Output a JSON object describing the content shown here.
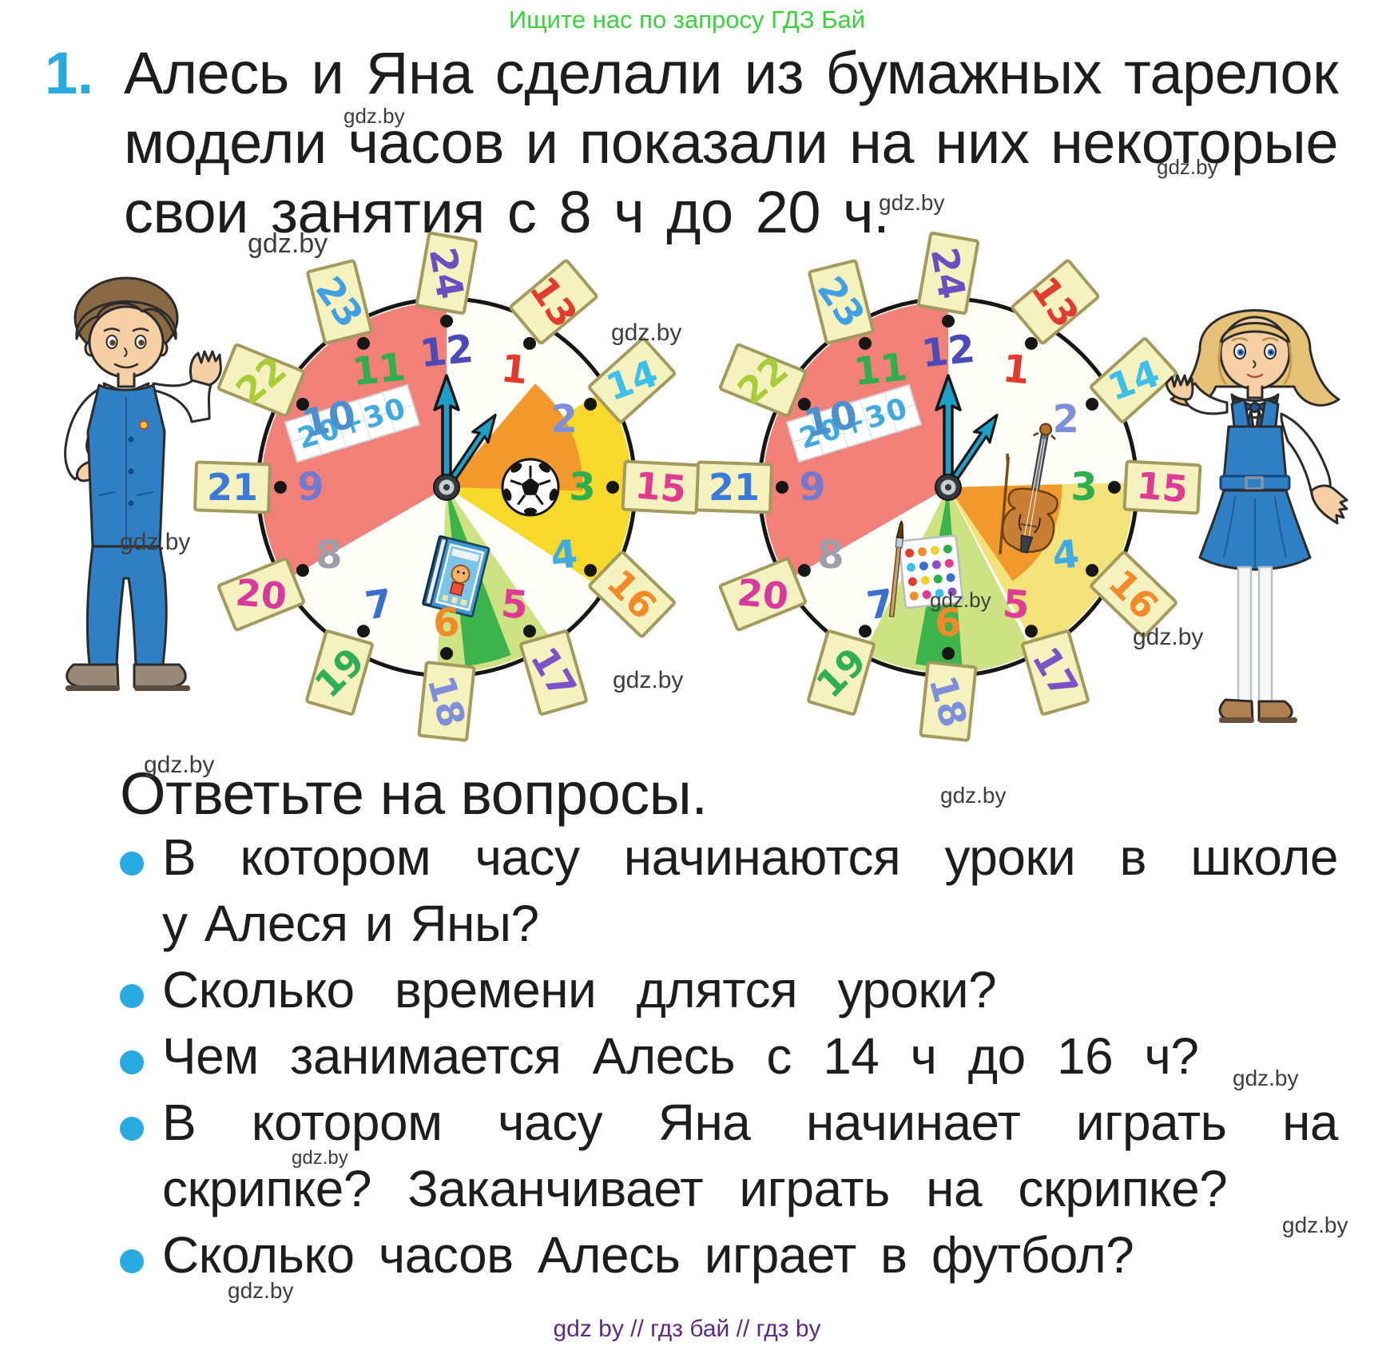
{
  "header": {
    "promo_text": "Ищите нас по запросу ГДЗ Бай",
    "color": "#3bd33b"
  },
  "problem": {
    "number": "1.",
    "number_color": "#29abe2",
    "lines": [
      "Алесь и Яна сделали из бумажных тарелок",
      "модели часов и показали на них некоторые",
      "свои занятия с 8 ч до 20 ч."
    ]
  },
  "prompt": "Ответьте на вопросы.",
  "bullet_color": "#29abe2",
  "questions": [
    {
      "lines": [
        "В котором часу начинаются уроки в школе",
        "у Алеся и Яны?"
      ]
    },
    {
      "lines": [
        "Сколько времени длятся уроки?"
      ]
    },
    {
      "lines": [
        "Чем занимается Алесь с 14 ч до 16 ч?"
      ]
    },
    {
      "lines": [
        "В котором часу Яна начинает играть на",
        "скрипке? Заканчивает играть на скрипке?"
      ]
    },
    {
      "lines": [
        "Сколько часов Алесь играет в футбол?"
      ]
    }
  ],
  "footer": {
    "text": "gdz by  //  гдз бай  //  гдз by",
    "color": "#5b2a86"
  },
  "watermark": {
    "text": "gdz.by",
    "positions": [
      [
        430,
        132,
        26
      ],
      [
        1448,
        196,
        26
      ],
      [
        1100,
        240,
        28
      ],
      [
        310,
        288,
        34
      ],
      [
        765,
        402,
        30
      ],
      [
        150,
        664,
        30
      ],
      [
        1164,
        738,
        26
      ],
      [
        1418,
        783,
        30
      ],
      [
        767,
        837,
        30
      ],
      [
        180,
        943,
        30
      ],
      [
        1177,
        982,
        28
      ],
      [
        1543,
        1336,
        28
      ],
      [
        365,
        1438,
        24
      ],
      [
        1605,
        1520,
        28
      ],
      [
        285,
        1602,
        28
      ]
    ]
  },
  "clock": {
    "expression": "20+30",
    "face_color": "#fefdf7",
    "rim_color": "#161616",
    "hand_color": "#1e9fc9",
    "tag_paper": "#f6f2c0",
    "tag_border": "#a39b5e",
    "numerals": [
      {
        "value": "1",
        "color": "#e23b2e"
      },
      {
        "value": "2",
        "color": "#7d8fd9"
      },
      {
        "value": "3",
        "color": "#2eae4d"
      },
      {
        "value": "4",
        "color": "#41aae1"
      },
      {
        "value": "5",
        "color": "#e13a92"
      },
      {
        "value": "6",
        "color": "#f28a2a"
      },
      {
        "value": "7",
        "color": "#3a6fd0"
      },
      {
        "value": "8",
        "color": "#9d9dab"
      },
      {
        "value": "9",
        "color": "#7578cc"
      },
      {
        "value": "10",
        "color": "#4b8fcd"
      },
      {
        "value": "11",
        "color": "#2eae4d"
      },
      {
        "value": "12",
        "color": "#4c49b8"
      }
    ],
    "tags": [
      {
        "value": "13",
        "color": "#e23b2e"
      },
      {
        "value": "14",
        "color": "#3cc0ea"
      },
      {
        "value": "15",
        "color": "#e13a92"
      },
      {
        "value": "16",
        "color": "#f28a2a"
      },
      {
        "value": "17",
        "color": "#7c52c9"
      },
      {
        "value": "18",
        "color": "#7d8fd9"
      },
      {
        "value": "19",
        "color": "#2eae57"
      },
      {
        "value": "20",
        "color": "#d9399f"
      },
      {
        "value": "21",
        "color": "#3a7bd8"
      },
      {
        "value": "22",
        "color": "#a9cd3a"
      },
      {
        "value": "23",
        "color": "#41a0e1"
      },
      {
        "value": "24",
        "color": "#6b4fc2"
      }
    ],
    "left": {
      "sectors": [
        {
          "name": "school",
          "from": 8,
          "to": 12,
          "color": "#f08078",
          "scale": 1
        },
        {
          "name": "football-outer",
          "from": 1.95,
          "to": 4.1,
          "color": "#f6d92b",
          "scale": 1
        },
        {
          "name": "football-inner",
          "from": 1.35,
          "to": 3.05,
          "color": "#f2992e",
          "scale": 0.74
        },
        {
          "name": "reading-light",
          "from": 4.85,
          "to": 6.1,
          "color": "#cde283",
          "scale": 1
        },
        {
          "name": "reading-wedge",
          "from": 5.3,
          "to": 5.8,
          "color": "#3cb44b",
          "scale": 0.97
        }
      ],
      "icons": [
        {
          "type": "soccer-ball",
          "hour": 3,
          "dist": 105,
          "rot": 0
        },
        {
          "type": "book",
          "hour": 5.8,
          "dist": 112,
          "rot": 14
        }
      ]
    },
    "right": {
      "sectors": [
        {
          "name": "school",
          "from": 8,
          "to": 12,
          "color": "#f08078",
          "scale": 1
        },
        {
          "name": "music-outer",
          "from": 2.95,
          "to": 5.05,
          "color": "#f3e27a",
          "scale": 1
        },
        {
          "name": "music-inner",
          "from": 2.95,
          "to": 4.85,
          "color": "#f2992e",
          "scale": 0.62
        },
        {
          "name": "art-light",
          "from": 5.1,
          "to": 6.9,
          "color": "#cde283",
          "scale": 1
        },
        {
          "name": "art-wedge",
          "from": 5.85,
          "to": 6.35,
          "color": "#3cb44b",
          "scale": 0.97
        }
      ],
      "icons": [
        {
          "type": "violin",
          "hour": 3.5,
          "dist": 108,
          "rot": 10
        },
        {
          "type": "paints",
          "hour": 6.4,
          "dist": 106,
          "rot": -6
        },
        {
          "type": "paintbrush",
          "hour": 7.1,
          "dist": 118,
          "rot": 6
        }
      ]
    }
  }
}
